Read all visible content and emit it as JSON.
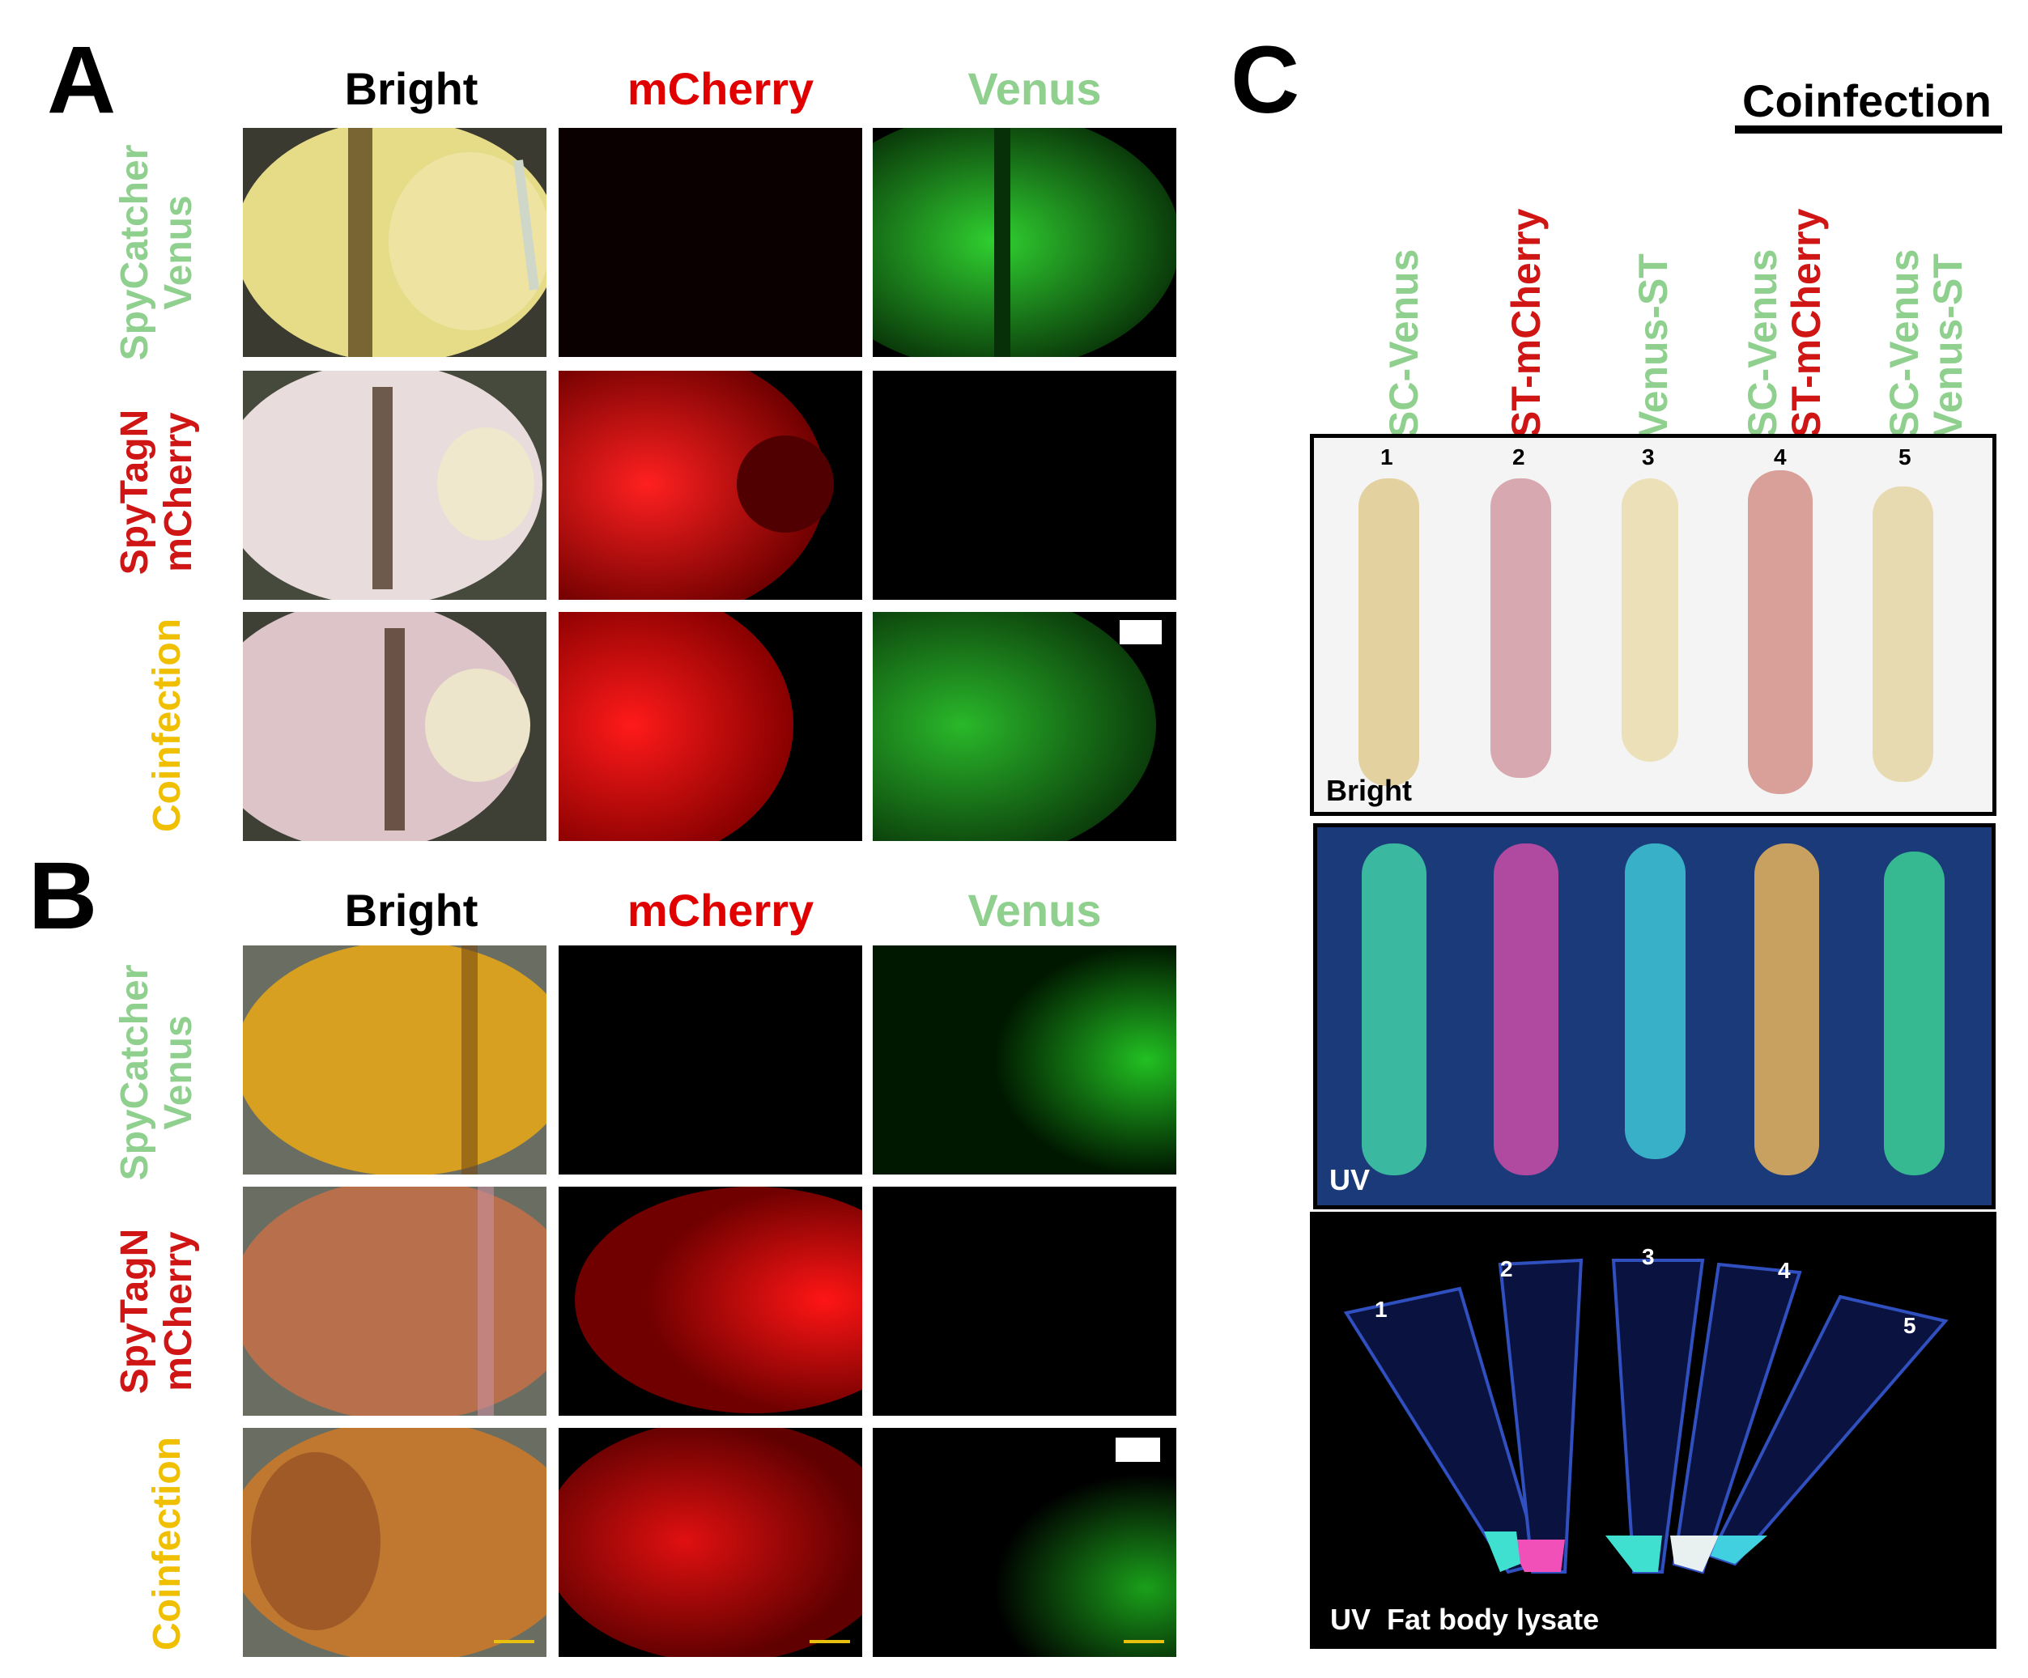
{
  "panelA": {
    "letter": "A",
    "columns": [
      "Bright",
      "mCherry",
      "Venus"
    ],
    "rows": [
      {
        "lines": [
          "SpyCatcher",
          "Venus"
        ],
        "color": "#8fd08f"
      },
      {
        "lines": [
          "SpyTagN",
          "mCherry"
        ],
        "color": "#d01515"
      },
      {
        "lines": [
          "Coinfection"
        ],
        "color": "#f0c000"
      }
    ]
  },
  "panelB": {
    "letter": "B",
    "columns": [
      "Bright",
      "mCherry",
      "Venus"
    ],
    "rows": [
      {
        "lines": [
          "SpyCatcher",
          "Venus"
        ],
        "color": "#8fd08f"
      },
      {
        "lines": [
          "SpyTagN",
          "mCherry"
        ],
        "color": "#d01515"
      },
      {
        "lines": [
          "Coinfection"
        ],
        "color": "#f0c000"
      }
    ]
  },
  "panelC": {
    "letter": "C",
    "coinfection_header": "Coinfection",
    "lanes": [
      {
        "lines": [
          {
            "text": "SC-Venus",
            "color": "#8fd08f"
          }
        ]
      },
      {
        "lines": [
          {
            "text": "ST-mCherry",
            "color": "#d01515"
          }
        ]
      },
      {
        "lines": [
          {
            "text": "Venus-ST",
            "color": "#8fd08f"
          }
        ]
      },
      {
        "lines": [
          {
            "text": "SC-Venus",
            "color": "#8fd08f"
          },
          {
            "text": "ST-mCherry",
            "color": "#d01515"
          }
        ]
      },
      {
        "lines": [
          {
            "text": "SC-Venus",
            "color": "#8fd08f"
          },
          {
            "text": "Venus-ST",
            "color": "#8fd08f"
          }
        ]
      }
    ],
    "bright_label": "Bright",
    "uv_label": "UV",
    "lysate_label": "UV  Fat body lysate",
    "numbers": [
      "1",
      "2",
      "3",
      "4",
      "5"
    ]
  },
  "colors": {
    "venus_green": "#8fd08f",
    "mcherry_red": "#d01515",
    "coinfection_yellow": "#f0c000",
    "column_mcherry": "#e00000",
    "column_venus": "#8fd08f"
  }
}
